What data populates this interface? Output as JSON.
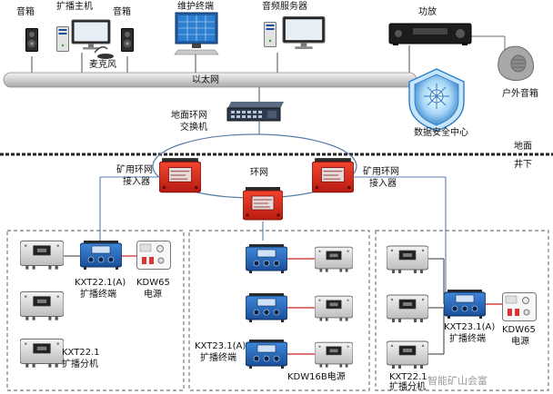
{
  "labels": {
    "speaker_left_1": "音箱",
    "broadcast_host": "扩播主机",
    "speaker_left_2": "音箱",
    "microphone": "麦克风",
    "maintenance_terminal": "维护终端",
    "audio_server": "音频服务器",
    "amplifier": "功放",
    "outdoor_speaker": "户外音箱",
    "ethernet": "以太网",
    "ground_switch_line1": "地面环网",
    "ground_switch_line2": "交换机",
    "data_security_center": "数据安全中心",
    "surface": "地面",
    "underground": "井下",
    "mine_ring_access_left_line1": "矿用环网",
    "mine_ring_access_left_line2": "接入器",
    "ring_network": "环网",
    "mine_ring_access_right_line1": "矿用环网",
    "mine_ring_access_right_line2": "接入器",
    "left_terminal_line1": "KXT22.1(A)",
    "left_terminal_line2": "扩播终端",
    "left_power_line1": "KDW65",
    "left_power_line2": "电源",
    "left_branch_line1": "KXT22.1",
    "left_branch_line2": "扩播分机",
    "mid_terminal_line1": "KXT23.1(A)",
    "mid_terminal_line2": "扩播终端",
    "mid_power": "KDW16B电源",
    "right_terminal_line1": "KXT23.1(A)",
    "right_terminal_line2": "扩播终端",
    "right_power_line1": "KDW65",
    "right_power_line2": "电源",
    "right_branch_line1": "KXT22.1",
    "right_branch_line2": "扩播分机",
    "watermark": "智能矿山会富"
  },
  "colors": {
    "red_device": "#d92a1e",
    "blue_device": "#1d5fb4",
    "pipe": "#d9d9d9",
    "ring_line": "#5a7fa8",
    "divider": "#222222"
  }
}
